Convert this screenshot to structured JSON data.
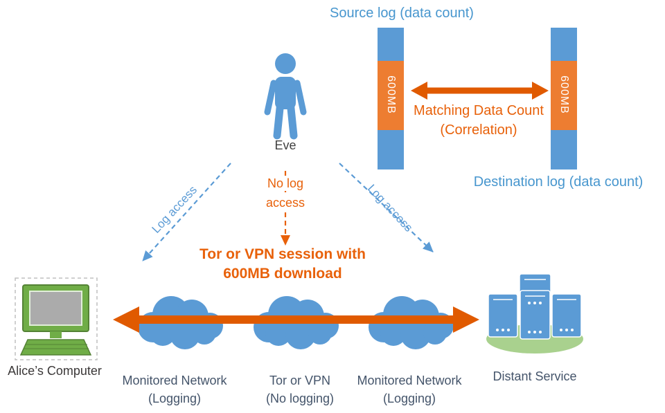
{
  "colors": {
    "blue": "#5B9BD5",
    "bar_orange": "#ED7D31",
    "arrow_orange": "#E05A00",
    "text_orange": "#E8610A",
    "text_blue": "#4796CE",
    "text_dark": "#44546A",
    "green": "#70AD47",
    "green_light": "#A9D18E"
  },
  "top": {
    "source_log": "Source log (data count)",
    "destination_log": "Destination log (data count)",
    "matching_1": "Matching Data Count",
    "matching_2": "(Correlation)",
    "source_bar_value": "600MB",
    "dest_bar_value": "600MB"
  },
  "center": {
    "eve": "Eve",
    "log_access_left": "Log access",
    "log_access_right": "Log access",
    "no_log_1": "No log",
    "no_log_2": "access",
    "session_1": "Tor or VPN session with",
    "session_2": "600MB download"
  },
  "bottom": {
    "alice": "Alice’s Computer",
    "monitored_left_1": "Monitored Network",
    "monitored_left_2": "(Logging)",
    "tor_1": "Tor or VPN",
    "tor_2": "(No logging)",
    "monitored_right_1": "Monitored Network",
    "monitored_right_2": "(Logging)",
    "distant": "Distant Service"
  }
}
